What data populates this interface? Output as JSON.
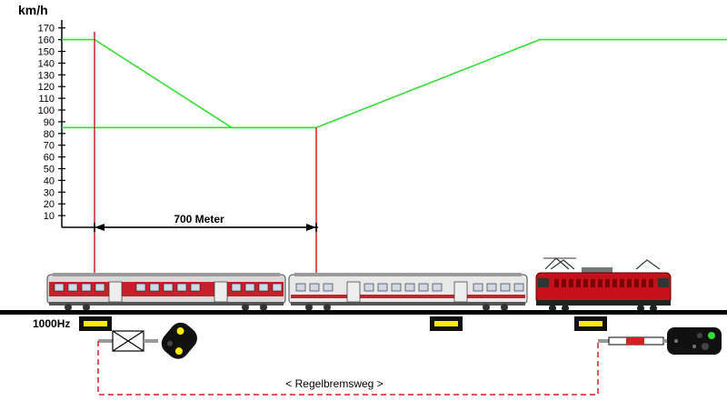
{
  "chart_data": {
    "type": "line",
    "ylabel": "km/h",
    "ylim": [
      0,
      170
    ],
    "yticks": [
      10,
      20,
      30,
      40,
      50,
      60,
      70,
      80,
      90,
      100,
      110,
      120,
      130,
      140,
      150,
      160,
      170
    ],
    "series": [
      {
        "values": [
          160,
          160,
          85,
          85,
          160,
          160
        ]
      },
      {
        "values": [
          85,
          85
        ]
      }
    ],
    "annotations": {
      "distance_label": "700 Meter"
    }
  },
  "track": {
    "frequency_label": "1000Hz",
    "brake_label": "< Regelbremsweg >"
  },
  "colors": {
    "speed_curve": "#33dd33",
    "marker_line": "#d42020",
    "coach_red": "#c8202a",
    "locomotive": "#c8101a",
    "magnet": "#ffee00"
  }
}
